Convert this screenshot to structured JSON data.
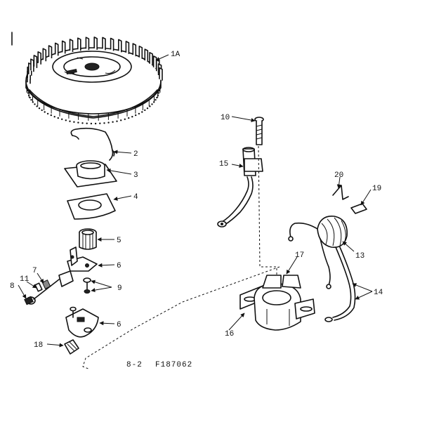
{
  "diagram": {
    "parts": [
      {
        "id": "1A"
      },
      {
        "id": "2"
      },
      {
        "id": "3"
      },
      {
        "id": "4"
      },
      {
        "id": "5"
      },
      {
        "id": "6"
      },
      {
        "id": "6"
      },
      {
        "id": "7"
      },
      {
        "id": "8"
      },
      {
        "id": "9"
      },
      {
        "id": "10"
      },
      {
        "id": "11"
      },
      {
        "id": "13"
      },
      {
        "id": "14"
      },
      {
        "id": "15"
      },
      {
        "id": "16"
      },
      {
        "id": "17"
      },
      {
        "id": "18"
      },
      {
        "id": "19"
      },
      {
        "id": "20"
      }
    ],
    "page_ref": "8-2",
    "figure_code": "F187062"
  }
}
